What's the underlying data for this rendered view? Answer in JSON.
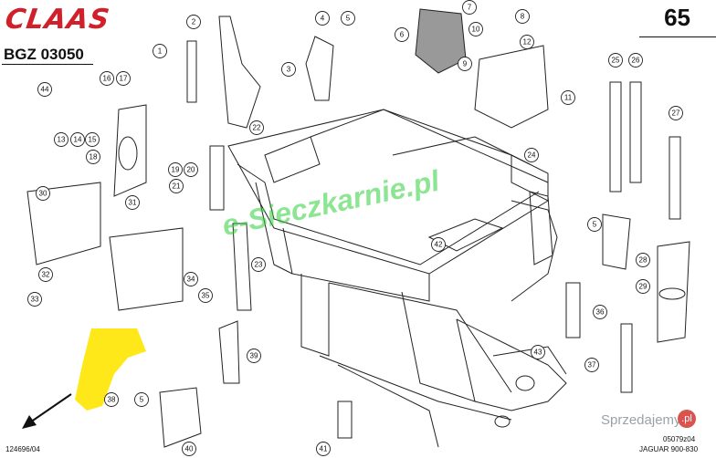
{
  "brand": "CLAAS",
  "code": "BGZ 03050",
  "page_number": "65",
  "figure_id": "124696/04",
  "ref_code": "05079z04",
  "model": "JAGUAR 900-830",
  "watermark_main": "e-Sieczkarnie.pl",
  "watermark_corner": "Sprzedajemy",
  "watermark_corner_badge": ".pl",
  "highlight_color": "#ffe600",
  "callouts": [
    "2",
    "3",
    "1",
    "4",
    "5",
    "6",
    "7",
    "8",
    "9",
    "10",
    "11",
    "12",
    "13",
    "14",
    "15",
    "16",
    "17",
    "18",
    "19",
    "20",
    "21",
    "22",
    "23",
    "24",
    "25",
    "26",
    "27",
    "28",
    "29",
    "30",
    "31",
    "32",
    "33",
    "34",
    "35",
    "36",
    "37",
    "38",
    "39",
    "40",
    "41",
    "42",
    "43",
    "44",
    "5",
    "5"
  ]
}
